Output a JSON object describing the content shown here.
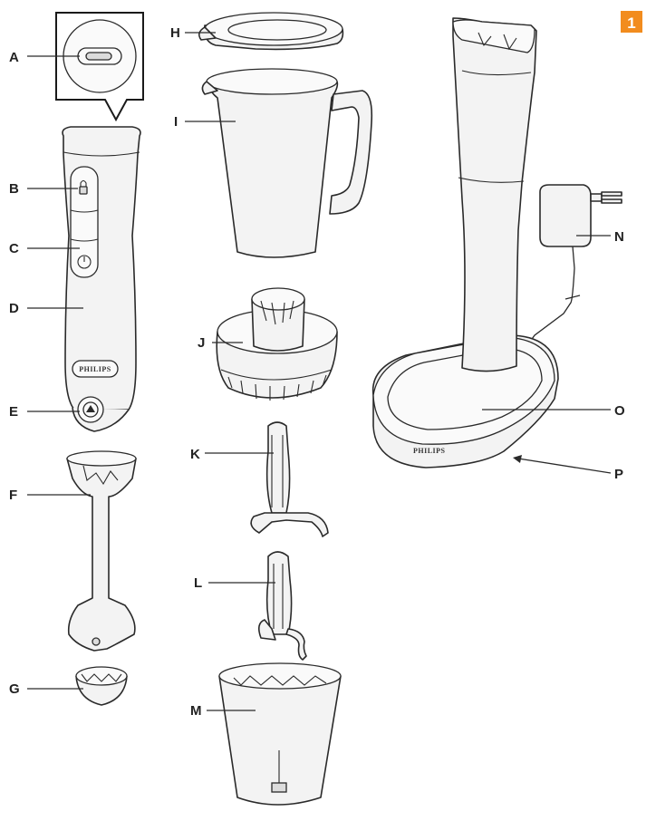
{
  "figure_number": "1",
  "brand_text": "PHILIPS",
  "colors": {
    "badge": "#f28c1e",
    "line": "#2a2a2a"
  },
  "labels": {
    "A": "A",
    "B": "B",
    "C": "C",
    "D": "D",
    "E": "E",
    "F": "F",
    "G": "G",
    "H": "H",
    "I": "I",
    "J": "J",
    "K": "K",
    "L": "L",
    "M": "M",
    "N": "N",
    "O": "O",
    "P": "P"
  }
}
